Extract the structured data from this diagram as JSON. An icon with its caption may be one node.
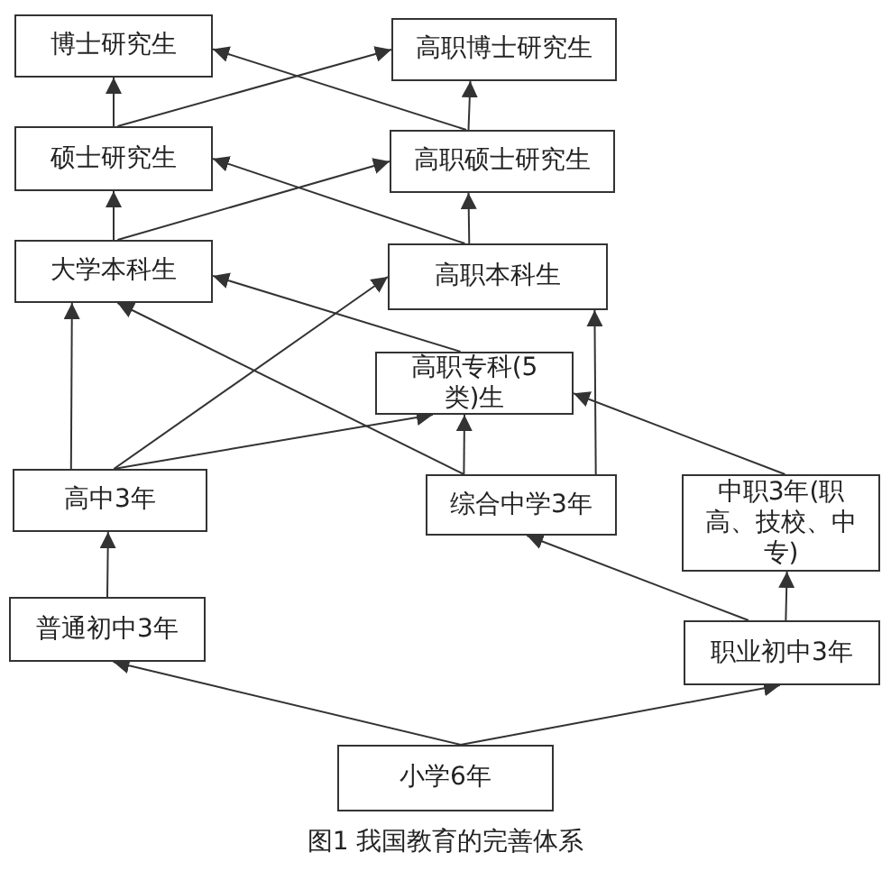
{
  "diagram": {
    "caption": "图1 我国教育的完善体系",
    "nodes": [
      {
        "text": [
          "博士研究生"
        ]
      },
      {
        "text": [
          "高职博士研究生"
        ]
      },
      {
        "text": [
          "硕士研究生"
        ]
      },
      {
        "text": [
          "高职硕士研究生"
        ]
      },
      {
        "text": [
          "大学本科生"
        ]
      },
      {
        "text": [
          "高职本科生"
        ]
      },
      {
        "text": [
          "高职专科(5类)生"
        ]
      },
      {
        "text": [
          "高中3年"
        ]
      },
      {
        "text": [
          "综合中学3年"
        ]
      },
      {
        "text": [
          "中职3年(职高、技校、中专)"
        ]
      },
      {
        "text": [
          "普通初中3年"
        ]
      },
      {
        "text": [
          "职业初中3年"
        ]
      },
      {
        "text": [
          "小学6年"
        ]
      }
    ],
    "edges": [
      {
        "from": 2,
        "to": 0,
        "arrow": "to"
      },
      {
        "from": 2,
        "to": 1,
        "arrow": "to"
      },
      {
        "from": 3,
        "to": 1,
        "arrow": "to"
      },
      {
        "from": 3,
        "to": 0,
        "arrow": "to"
      },
      {
        "from": 4,
        "to": 2,
        "arrow": "to"
      },
      {
        "from": 4,
        "to": 3,
        "arrow": "to"
      },
      {
        "from": 5,
        "to": 3,
        "arrow": "to"
      },
      {
        "from": 5,
        "to": 2,
        "arrow": "to"
      },
      {
        "from": 6,
        "to": 4,
        "arrow": "to"
      },
      {
        "from": 7,
        "to": 4,
        "arrow": "to"
      },
      {
        "from": 7,
        "to": 5,
        "arrow": "to"
      },
      {
        "from": 7,
        "to": 6,
        "arrow": "to"
      },
      {
        "from": 8,
        "to": 6,
        "arrow": "to"
      },
      {
        "from": 8,
        "to": 5,
        "arrow": "to"
      },
      {
        "from": 8,
        "to": 4,
        "arrow": "to"
      },
      {
        "from": 9,
        "to": 6,
        "arrow": "to"
      },
      {
        "from": 11,
        "to": 9,
        "arrow": "to"
      },
      {
        "from": 11,
        "to": 8,
        "arrow": "to"
      },
      {
        "from": 10,
        "to": 7,
        "arrow": "to"
      },
      {
        "from": 12,
        "to": 10,
        "arrow": "to"
      },
      {
        "from": 12,
        "to": 11,
        "arrow": "to"
      }
    ]
  }
}
